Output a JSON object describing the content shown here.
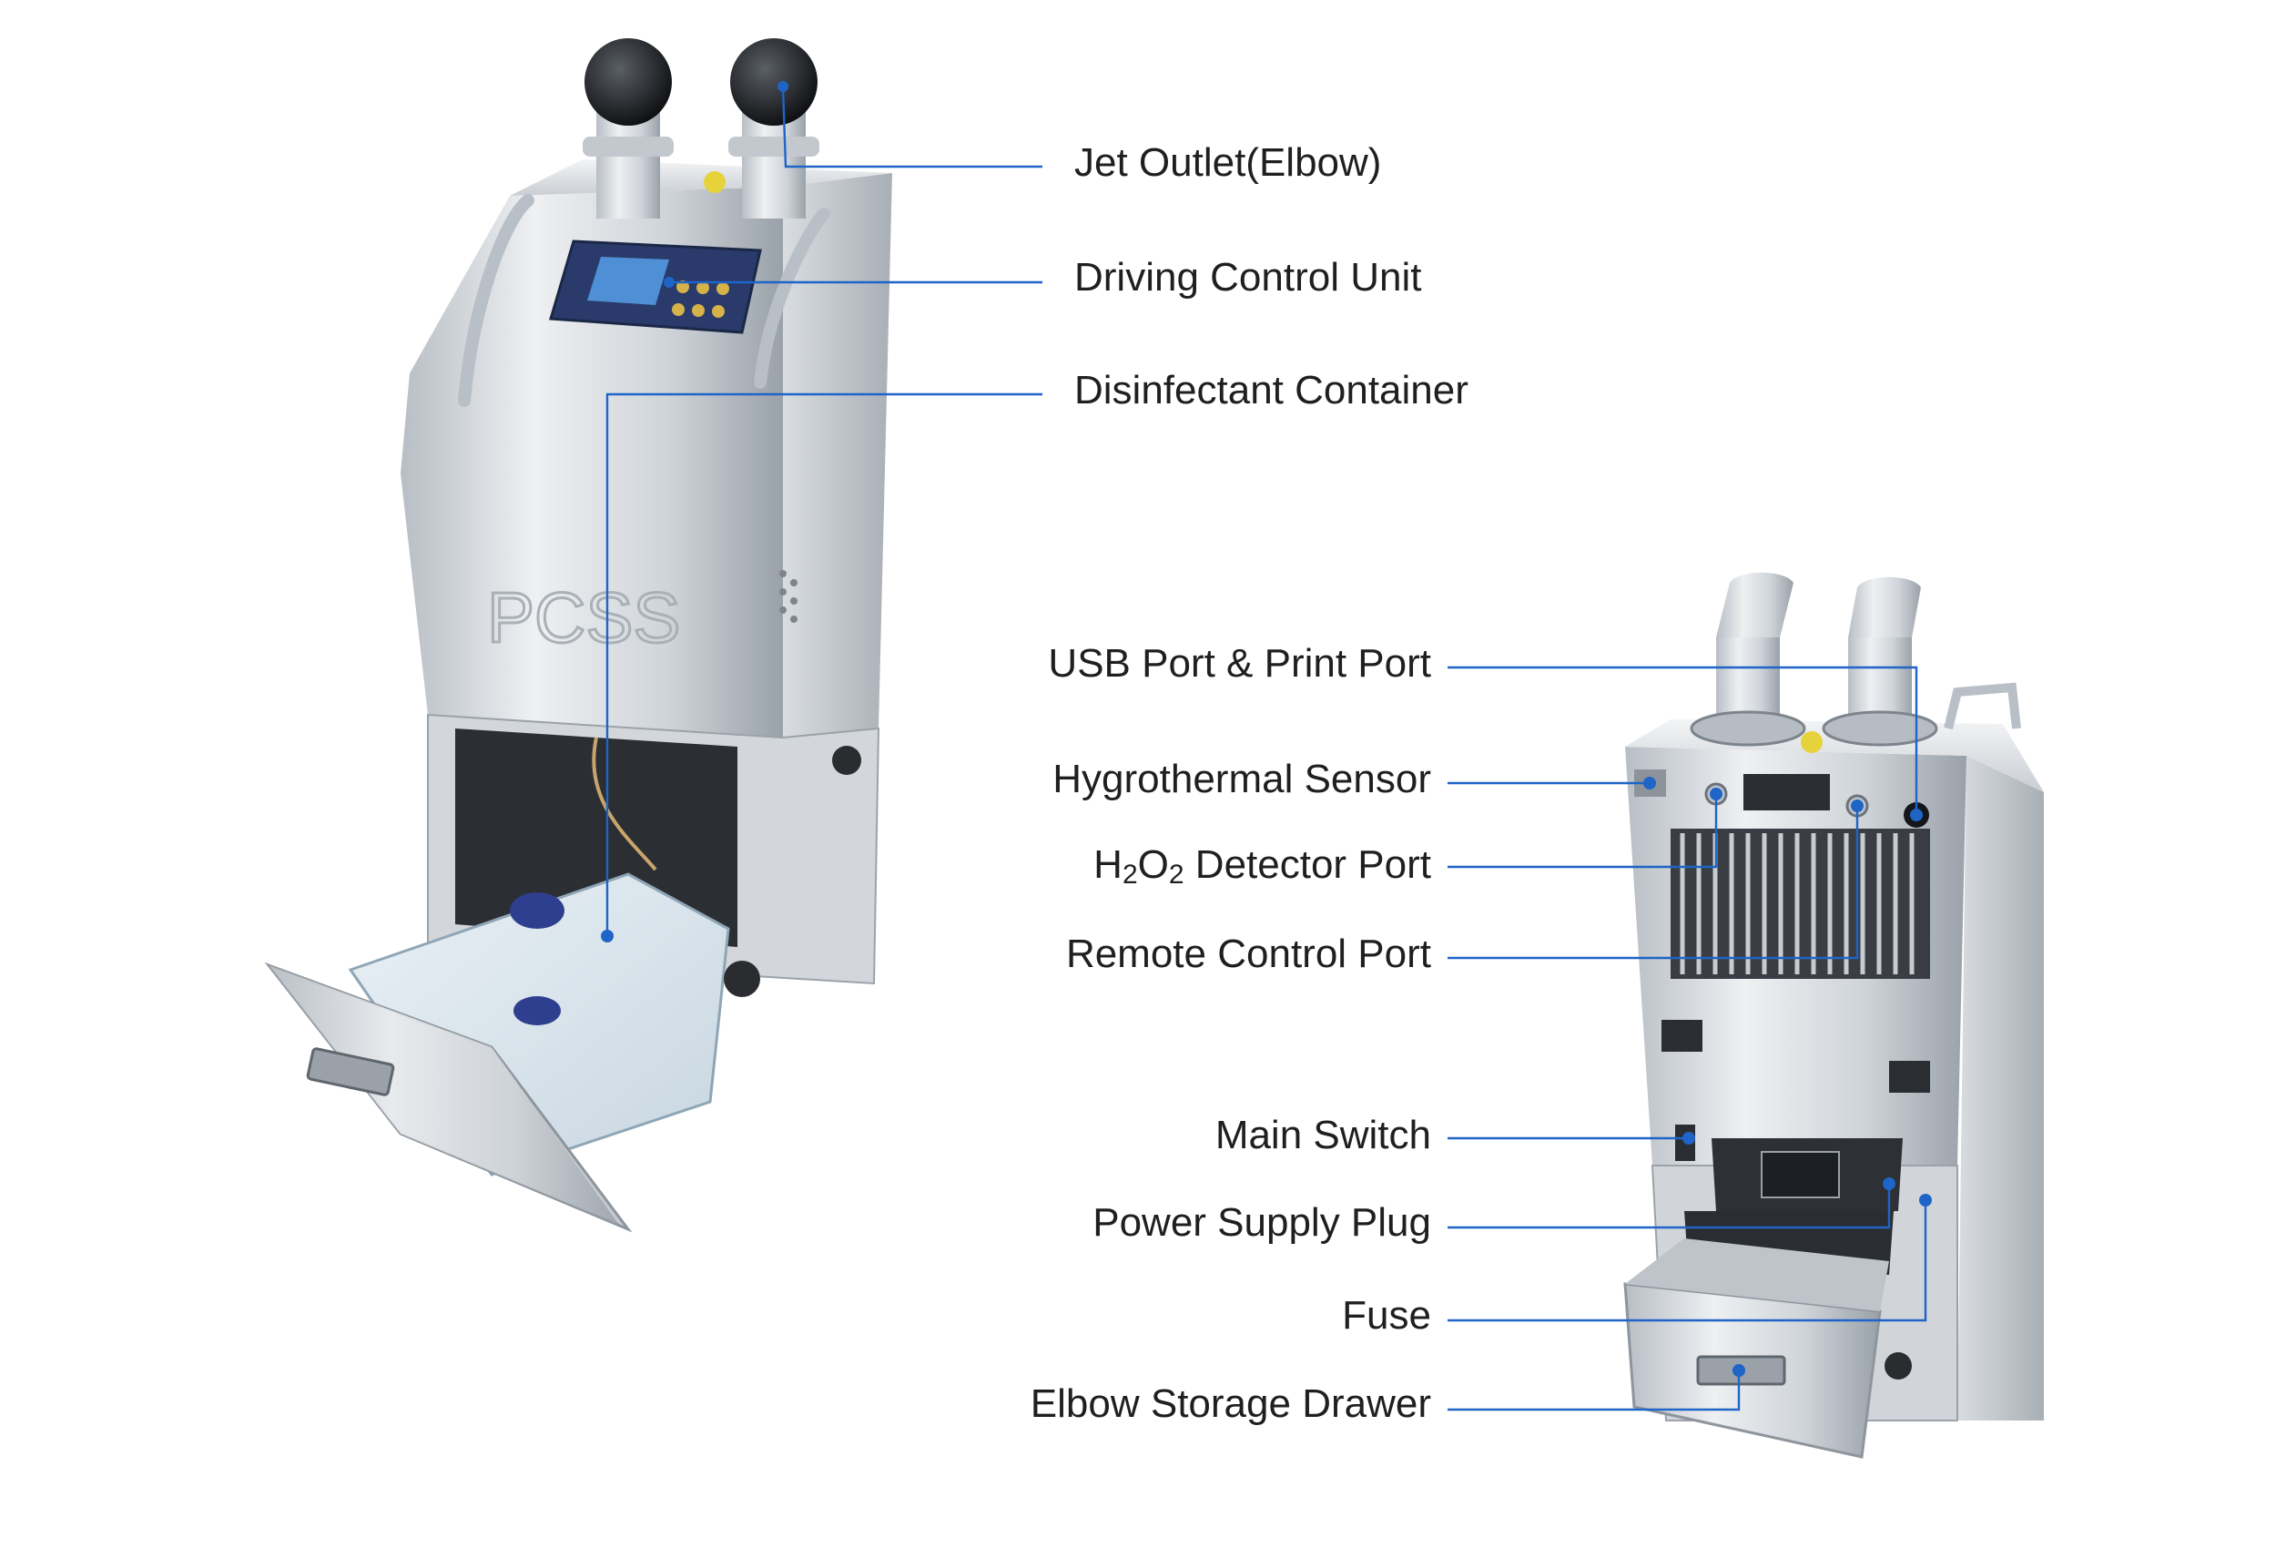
{
  "labels": {
    "jet_outlet": "Jet Outlet(Elbow)",
    "driving_control_unit": "Driving Control Unit",
    "disinfectant_container": "Disinfectant Container",
    "usb_port": "USB Port & Print Port",
    "hygrothermal_sensor": "Hygrothermal Sensor",
    "h2o2_detector_port": {
      "part1": "H",
      "sub1": "2",
      "part2": "O",
      "sub2": "2",
      "part3": " Detector Port"
    },
    "remote_control_port": "Remote Control Port",
    "main_switch": "Main Switch",
    "power_supply_plug": "Power Supply Plug",
    "fuse": "Fuse",
    "elbow_storage_drawer": "Elbow Storage Drawer"
  },
  "panel": {
    "brand_text": "PCSS"
  },
  "colors": {
    "leader": "#1f64c7",
    "steel_light": "#e9ecef",
    "steel_mid": "#c7ccd2",
    "steel_dark": "#8d949c",
    "panel_navy": "#2a3b6b"
  }
}
